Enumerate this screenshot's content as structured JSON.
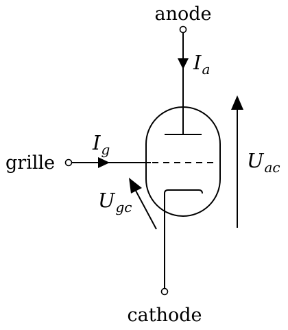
{
  "terminals": {
    "anode": "anode",
    "grid": "grille",
    "cathode": "cathode"
  },
  "currents": {
    "anode": {
      "symbol": "I",
      "subscript": "a"
    },
    "grid": {
      "symbol": "I",
      "subscript": "g"
    }
  },
  "voltages": {
    "anode_cathode": {
      "symbol": "U",
      "subscript": "ac"
    },
    "grid_cathode": {
      "symbol": "U",
      "subscript": "gc"
    }
  }
}
